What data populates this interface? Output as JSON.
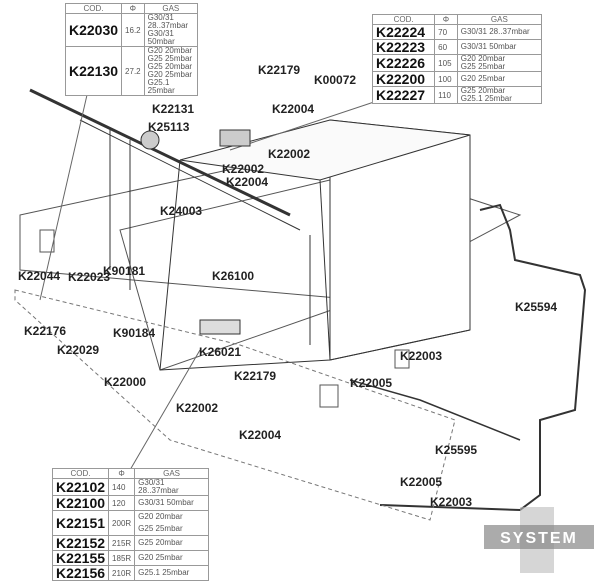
{
  "labels": [
    "K22179",
    "K00072",
    "K22131",
    "K22004",
    "K25113",
    "K22002",
    "K22002",
    "K22004",
    "K24003",
    "K90181",
    "K26100",
    "K22044",
    "K22023",
    "K25594",
    "K22176",
    "K90184",
    "K22029",
    "K26021",
    "K22003",
    "K22000",
    "K22179",
    "K22005",
    "K22002",
    "K22004",
    "K25595",
    "K22005",
    "K22003"
  ],
  "table_top_left": {
    "headers": [
      "COD.",
      "Φ",
      "GAS"
    ],
    "rows": [
      {
        "code": "K22030",
        "dia": "16.2",
        "gas": [
          "G30/31 28..37mbar",
          "G30/31 50mbar"
        ]
      },
      {
        "code": "K22130",
        "dia": "27.2",
        "gas": [
          "G20 20mbar",
          "G25 25mbar",
          "G25 20mbar",
          "G20 25mbar",
          "G25.1 25mbar"
        ]
      }
    ]
  },
  "table_top_right": {
    "headers": [
      "COD.",
      "Φ",
      "GAS"
    ],
    "rows": [
      {
        "code": "K22224",
        "dia": "70",
        "gas": [
          "G30/31 28..37mbar"
        ]
      },
      {
        "code": "K22223",
        "dia": "60",
        "gas": [
          "G30/31 50mbar"
        ]
      },
      {
        "code": "K22226",
        "dia": "105",
        "gas": [
          "G20 20mbar",
          "G25 25mbar"
        ]
      },
      {
        "code": "K22200",
        "dia": "100",
        "gas": [
          "G20 25mbar"
        ]
      },
      {
        "code": "K22227",
        "dia": "110",
        "gas": [
          "G25 20mbar",
          "G25.1 25mbar"
        ]
      }
    ]
  },
  "table_bottom": {
    "headers": [
      "COD.",
      "Φ",
      "GAS"
    ],
    "rows": [
      {
        "code": "K22102",
        "dia": "140",
        "gas": [
          "G30/31 28..37mbar"
        ]
      },
      {
        "code": "K22100",
        "dia": "120",
        "gas": [
          "G30/31 50mbar"
        ]
      },
      {
        "code": "K22151",
        "dia": "200R",
        "gas": [
          "G20 20mbar",
          "G25 25mbar"
        ]
      },
      {
        "code": "K22152",
        "dia": "215R",
        "gas": [
          "G25 20mbar"
        ]
      },
      {
        "code": "K22155",
        "dia": "185R",
        "gas": [
          "G20 25mbar"
        ]
      },
      {
        "code": "K22156",
        "dia": "210R",
        "gas": [
          "G25.1 25mbar"
        ]
      }
    ]
  },
  "logo": {
    "text": "SYSTEM"
  }
}
